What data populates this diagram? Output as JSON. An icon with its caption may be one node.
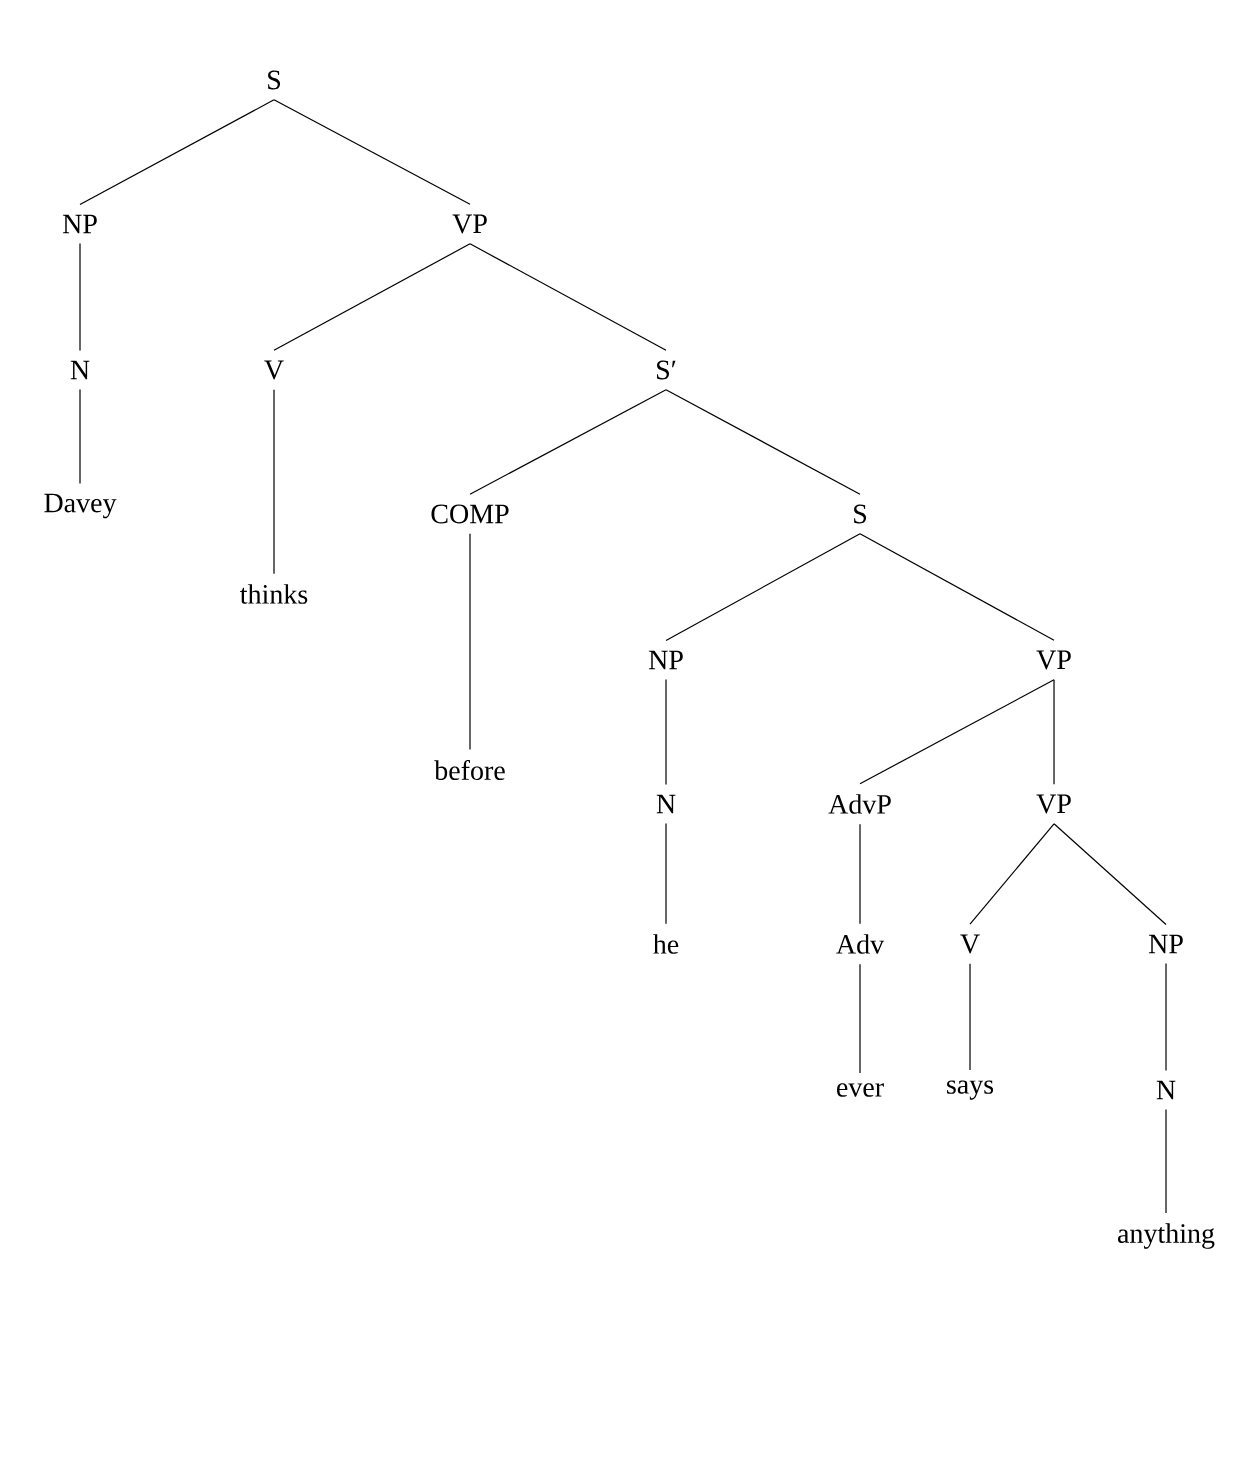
{
  "diagram": {
    "nodes": [
      {
        "text": [
          "S"
        ]
      },
      {
        "text": [
          "NP"
        ]
      },
      {
        "text": [
          "VP"
        ]
      },
      {
        "text": [
          "N"
        ]
      },
      {
        "text": [
          "Davey"
        ]
      },
      {
        "text": [
          "V"
        ]
      },
      {
        "text": [
          "thinks"
        ]
      },
      {
        "text": [
          "S′"
        ]
      },
      {
        "text": [
          "COMP"
        ]
      },
      {
        "text": [
          "before"
        ]
      },
      {
        "text": [
          "S"
        ]
      },
      {
        "text": [
          "NP"
        ]
      },
      {
        "text": [
          "VP"
        ]
      },
      {
        "text": [
          "N"
        ]
      },
      {
        "text": [
          "he"
        ]
      },
      {
        "text": [
          "AdvP"
        ]
      },
      {
        "text": [
          "Adv"
        ]
      },
      {
        "text": [
          "ever"
        ]
      },
      {
        "text": [
          "VP"
        ]
      },
      {
        "text": [
          "V"
        ]
      },
      {
        "text": [
          "says"
        ]
      },
      {
        "text": [
          "NP"
        ]
      },
      {
        "text": [
          "N"
        ]
      },
      {
        "text": [
          "anything"
        ]
      }
    ],
    "edges": [
      {
        "from": 0,
        "to": 1,
        "arrow": "none"
      },
      {
        "from": 0,
        "to": 2,
        "arrow": "none"
      },
      {
        "from": 1,
        "to": 3,
        "arrow": "none"
      },
      {
        "from": 3,
        "to": 4,
        "arrow": "none"
      },
      {
        "from": 2,
        "to": 5,
        "arrow": "none"
      },
      {
        "from": 2,
        "to": 7,
        "arrow": "none"
      },
      {
        "from": 5,
        "to": 6,
        "arrow": "none"
      },
      {
        "from": 7,
        "to": 8,
        "arrow": "none"
      },
      {
        "from": 7,
        "to": 10,
        "arrow": "none"
      },
      {
        "from": 8,
        "to": 9,
        "arrow": "none"
      },
      {
        "from": 10,
        "to": 11,
        "arrow": "none"
      },
      {
        "from": 10,
        "to": 12,
        "arrow": "none"
      },
      {
        "from": 11,
        "to": 13,
        "arrow": "none"
      },
      {
        "from": 13,
        "to": 14,
        "arrow": "none"
      },
      {
        "from": 12,
        "to": 15,
        "arrow": "none"
      },
      {
        "from": 12,
        "to": 18,
        "arrow": "none"
      },
      {
        "from": 15,
        "to": 16,
        "arrow": "none"
      },
      {
        "from": 16,
        "to": 17,
        "arrow": "none"
      },
      {
        "from": 18,
        "to": 19,
        "arrow": "none"
      },
      {
        "from": 18,
        "to": 21,
        "arrow": "none"
      },
      {
        "from": 19,
        "to": 20,
        "arrow": "none"
      },
      {
        "from": 21,
        "to": 22,
        "arrow": "none"
      },
      {
        "from": 22,
        "to": 23,
        "arrow": "none"
      }
    ]
  }
}
